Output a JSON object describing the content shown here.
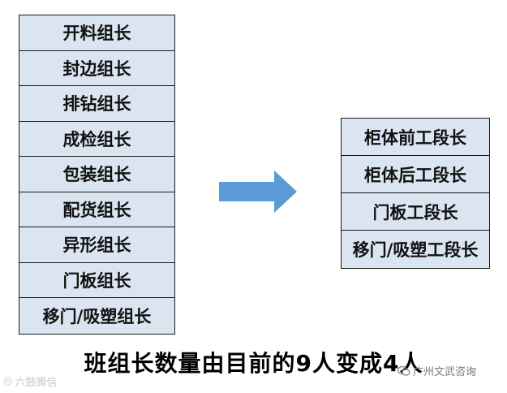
{
  "left_roles": [
    "开料组长",
    "封边组长",
    "排钻组长",
    "成检组长",
    "包装组长",
    "配货组长",
    "异形组长",
    "门板组长",
    "移门/吸塑组长"
  ],
  "right_roles": [
    "柜体前工段长",
    "柜体后工段长",
    "门板工段长",
    "移门/吸塑工段长"
  ],
  "headline": "班组长数量由目前的9人变成4人",
  "watermark_left": "六鼓腾信",
  "watermark_right": "广州文武咨询",
  "colors": {
    "cell_fill": "#dbe5f1",
    "arrow_fill": "#5b9bd5",
    "border": "#1a1a1a"
  },
  "icons": {
    "arrow": "right-arrow",
    "wechat": "wechat-icon"
  }
}
